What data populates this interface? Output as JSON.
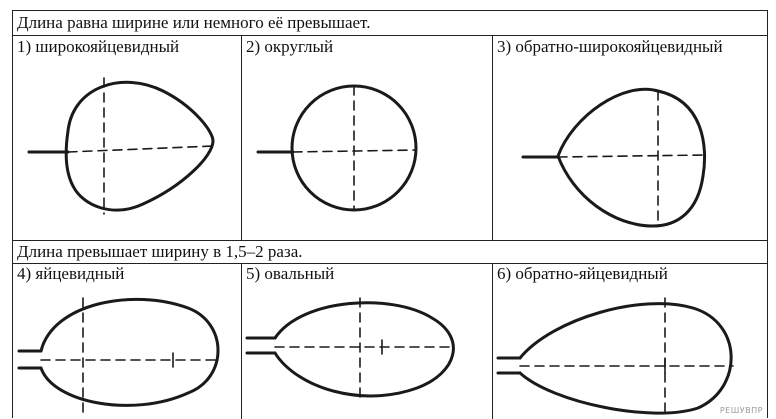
{
  "section1": {
    "heading": "Длина равна ширине или немного её превышает.",
    "items": [
      {
        "label": "1) широкояйцевидный"
      },
      {
        "label": "2) округлый"
      },
      {
        "label": "3) обратно-широкояйцевидный"
      }
    ]
  },
  "section2": {
    "heading": "Длина превышает ширину в 1,5–2 раза.",
    "items": [
      {
        "label": "4) яйцевидный"
      },
      {
        "label": "5) овальный"
      },
      {
        "label": "6) обратно-яйцевидный"
      }
    ]
  },
  "watermark": "РЕШУВПР"
}
